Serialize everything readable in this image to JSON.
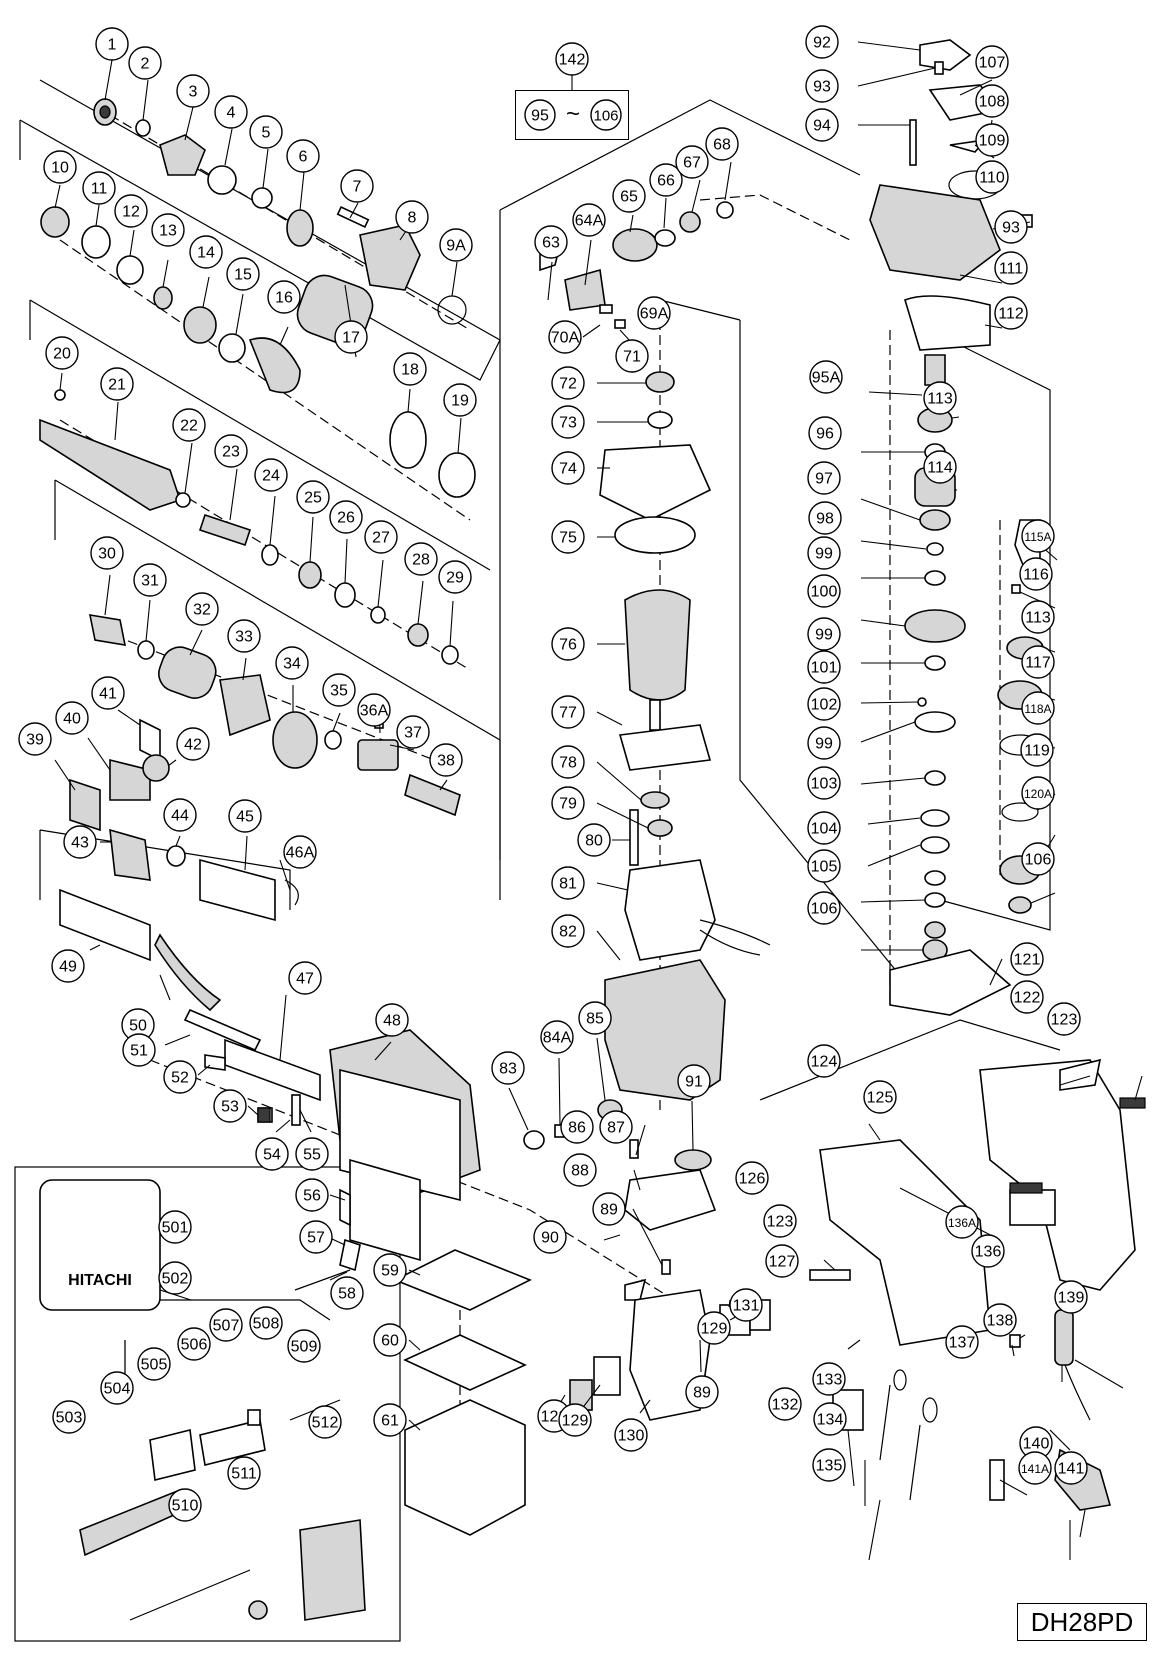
{
  "model": "DH28PD",
  "kit_range": {
    "label": "142",
    "from": "95",
    "sep": "~",
    "to": "106"
  },
  "callouts": [
    "1",
    "2",
    "3",
    "4",
    "5",
    "6",
    "7",
    "8",
    "9A",
    "10",
    "11",
    "12",
    "13",
    "14",
    "15",
    "16",
    "17",
    "18",
    "19",
    "20",
    "21",
    "22",
    "23",
    "24",
    "25",
    "26",
    "27",
    "28",
    "29",
    "30",
    "31",
    "32",
    "33",
    "34",
    "35",
    "36A",
    "37",
    "38",
    "39",
    "40",
    "41",
    "42",
    "43",
    "44",
    "45",
    "46A",
    "47",
    "48",
    "49",
    "50",
    "51",
    "52",
    "53",
    "54",
    "55",
    "56",
    "57",
    "58",
    "59",
    "60",
    "61",
    "63",
    "64A",
    "65",
    "66",
    "67",
    "68",
    "69A",
    "70A",
    "71",
    "72",
    "73",
    "74",
    "75",
    "76",
    "77",
    "78",
    "79",
    "80",
    "81",
    "82",
    "83",
    "84A",
    "85",
    "86",
    "87",
    "88",
    "89",
    "89",
    "90",
    "91",
    "92",
    "93",
    "93",
    "94",
    "95A",
    "96",
    "97",
    "98",
    "99",
    "99",
    "99",
    "100",
    "101",
    "102",
    "103",
    "104",
    "105",
    "106",
    "106",
    "107",
    "108",
    "109",
    "110",
    "111",
    "112",
    "113",
    "113",
    "114",
    "115A",
    "116",
    "117",
    "118A",
    "119",
    "120A",
    "121",
    "122",
    "123",
    "123",
    "124",
    "125",
    "126",
    "127",
    "128",
    "129",
    "129",
    "130",
    "131",
    "132",
    "133",
    "134",
    "135",
    "136",
    "136A",
    "137",
    "138",
    "139",
    "140",
    "141",
    "141A",
    "501",
    "502",
    "503",
    "504",
    "505",
    "506",
    "507",
    "508",
    "509",
    "510",
    "511",
    "512"
  ],
  "brand_mark": "HITACHI"
}
